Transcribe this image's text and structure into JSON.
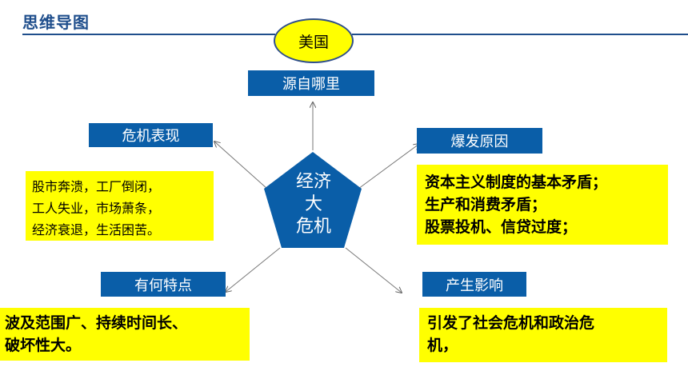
{
  "header": {
    "title": "思维导图"
  },
  "country": "美国",
  "center_topic": [
    "经济",
    "大",
    "危机"
  ],
  "branches": {
    "origin": {
      "label": "源自哪里"
    },
    "manifestation": {
      "label": "危机表现",
      "lines": [
        "股市奔溃，工厂倒闭，",
        "工人失业，市场萧条，",
        "经济衰退，生活困苦。"
      ]
    },
    "causes": {
      "label": "爆发原因",
      "lines": [
        "资本主义制度的基本矛盾；",
        "生产和消费矛盾；",
        "股票投机、信贷过度；"
      ]
    },
    "features": {
      "label": "有何特点",
      "lines": [
        "波及范围广、持续时间长、",
        "破坏性大。"
      ]
    },
    "impact": {
      "label": "产生影响",
      "lines": [
        "引发了社会危机和政治危",
        "机，"
      ]
    }
  },
  "colors": {
    "label_bg": "#0a5ea8",
    "center_bg": "#0a5ea8",
    "highlight": "#ffff00",
    "title": "#1f4e8c"
  }
}
